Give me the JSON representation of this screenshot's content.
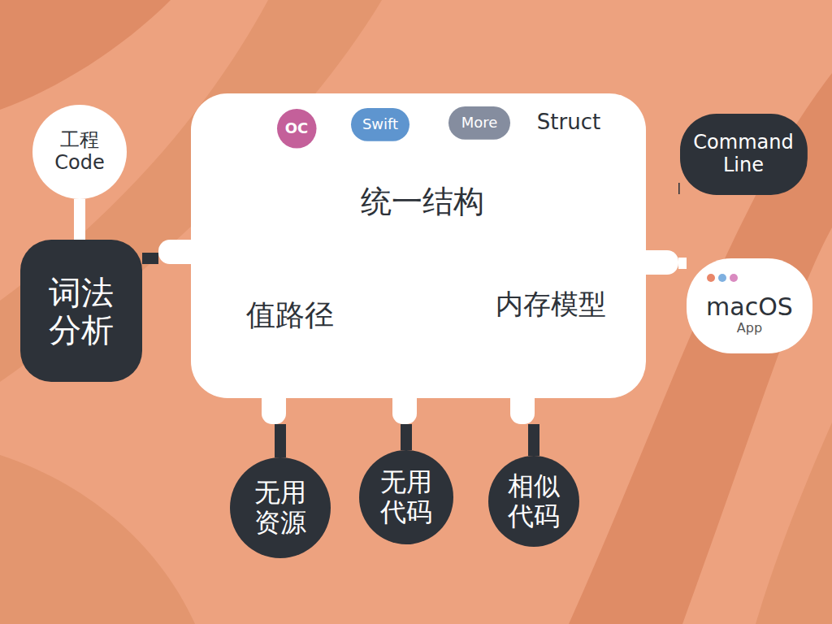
{
  "diagram": {
    "nodes": [
      {
        "text": [
          "工程",
          "Code"
        ]
      },
      {
        "text": [
          "词法分析"
        ]
      },
      {
        "text": [
          "Struct",
          "统一结构",
          "值路径",
          "内存模型"
        ]
      },
      {
        "text": [
          "OC"
        ],
        "in": 2
      },
      {
        "text": [
          "Swift"
        ],
        "in": 2
      },
      {
        "text": [
          "More"
        ],
        "in": 2
      },
      {
        "text": [
          "Command",
          "Line"
        ]
      },
      {
        "text": [
          "macOS",
          "App"
        ]
      },
      {
        "text": [
          "无用资源"
        ]
      },
      {
        "text": [
          "无用代码"
        ]
      },
      {
        "text": [
          "相似代码"
        ]
      }
    ],
    "edges": [
      {
        "from": 0,
        "to": 1,
        "arrow": "none"
      },
      {
        "from": 1,
        "to": 2,
        "arrow": "none"
      },
      {
        "from": 6,
        "to": 2,
        "arrow": "none"
      },
      {
        "from": 7,
        "to": 2,
        "arrow": "none"
      },
      {
        "from": 2,
        "to": 8,
        "arrow": "none"
      },
      {
        "from": 2,
        "to": 9,
        "arrow": "none"
      },
      {
        "from": 2,
        "to": 10,
        "arrow": "none"
      }
    ]
  }
}
